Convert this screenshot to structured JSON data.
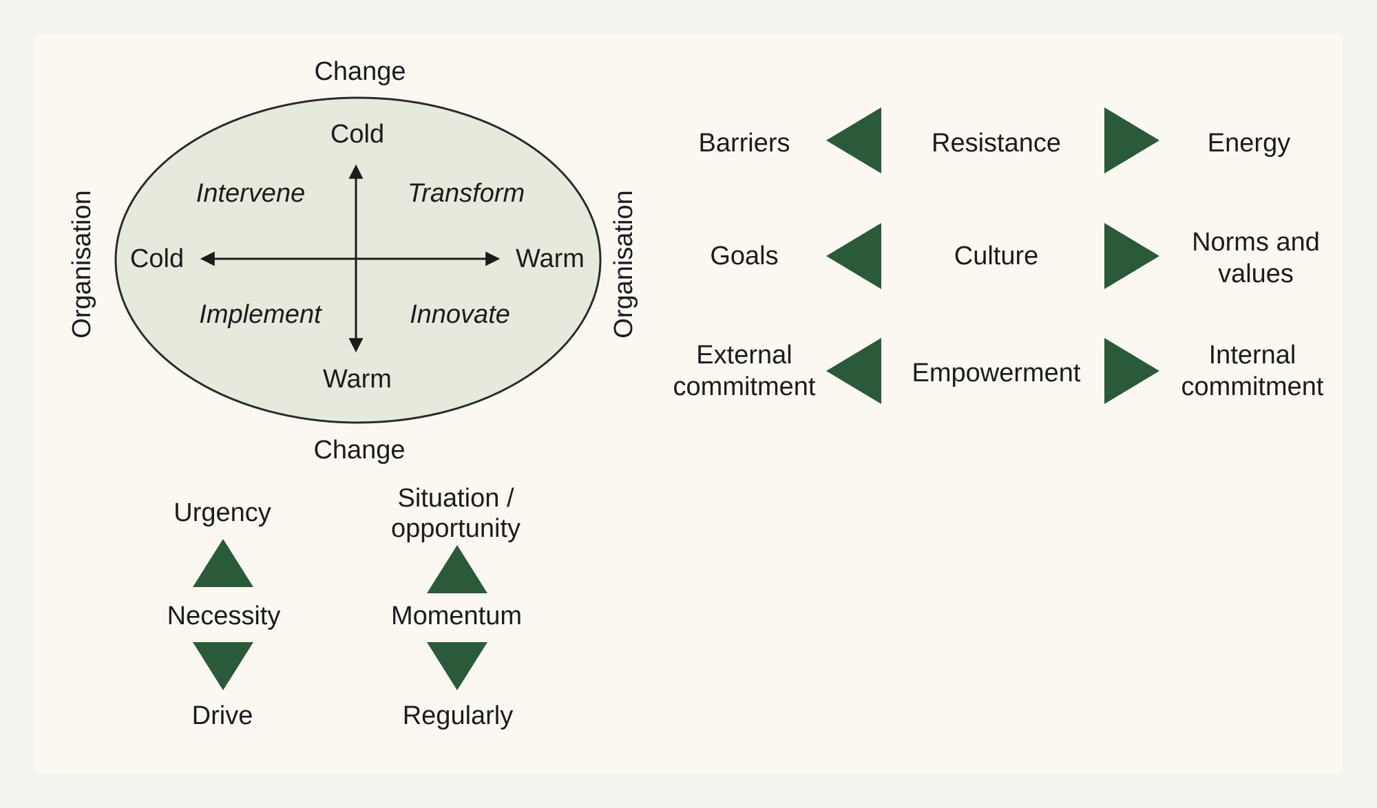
{
  "colors": {
    "background": "#f3f3ee",
    "panel": "#fbf8f2",
    "ellipse_fill": "#e6eadd",
    "arrow_green": "#2a5a3a",
    "text": "#1c1c1c"
  },
  "matrix": {
    "change_top": "Change",
    "change_bottom": "Change",
    "organisation_left": "Organisation",
    "organisation_right": "Organisation",
    "axis": {
      "top": "Cold",
      "bottom": "Warm",
      "left": "Cold",
      "right": "Warm"
    },
    "quadrants": {
      "top_left": "Intervene",
      "top_right": "Transform",
      "bottom_left": "Implement",
      "bottom_right": "Innovate"
    }
  },
  "scale_rows": [
    {
      "left": "Barriers",
      "center": "Resistance",
      "right": "Energy"
    },
    {
      "left": "Goals",
      "center": "Culture",
      "right": "Norms and values"
    },
    {
      "left": "External commitment",
      "center": "Empowerment",
      "right": "Internal commitment"
    }
  ],
  "vertical_scales": [
    {
      "top": "Urgency",
      "middle": "Necessity",
      "bottom": "Drive"
    },
    {
      "top": "Situation / opportunity",
      "middle": "Momentum",
      "bottom": "Regularly"
    }
  ]
}
